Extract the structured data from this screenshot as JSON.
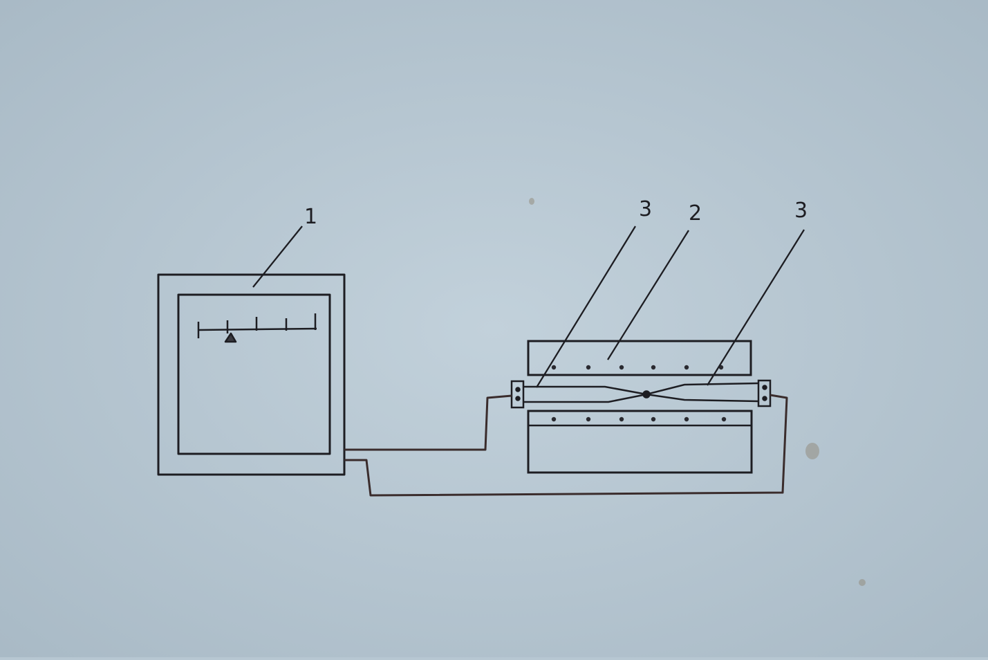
{
  "diagram": {
    "labels": {
      "device": "1",
      "heater_block": "2",
      "thermocouple_left": "3",
      "thermocouple_right": "3"
    },
    "colors": {
      "paper": "#b7c7d2",
      "ink": "#1d1d22",
      "wire": "#3a2c2c"
    }
  }
}
